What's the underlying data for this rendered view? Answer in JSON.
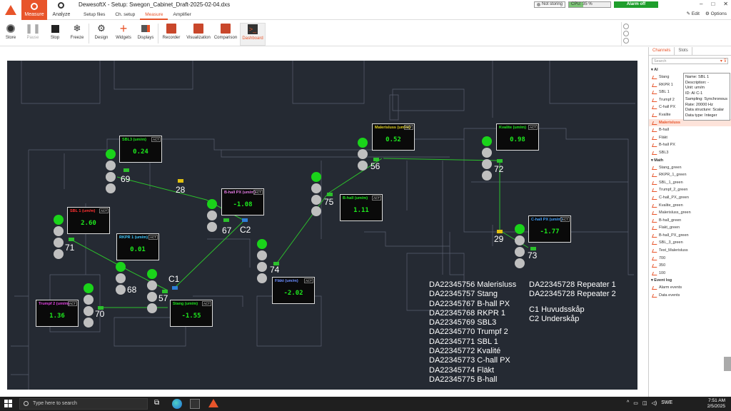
{
  "app": {
    "title": "DewesoftX - Setup: Swegon_Cabinet_Draft-2025-02-04.dxs",
    "modes": {
      "measure": "Measure",
      "analyze": "Analyze"
    },
    "tabs": [
      "Setup files",
      "Ch. setup",
      "Measure",
      "Amplifier"
    ],
    "active_tab": "Measure",
    "status": {
      "storing": "Not storing",
      "cpu": "CPU: 35 %",
      "cpu_fraction": 0.35,
      "alarm": "Alarm off"
    },
    "edit_label": "Edit",
    "options_label": "Options"
  },
  "toolbar": {
    "store": "Store",
    "pause": "Pause",
    "stop": "Stop",
    "freeze": "Freeze",
    "design": "Design",
    "widgets": "Widgets",
    "displays": "Displays",
    "recorder": "Recorder",
    "visualization": "Visualization",
    "comparison": "Comparison",
    "dashboard": "Dashboard"
  },
  "colors": {
    "accent": "#e8542a",
    "alarm": "#1e9e2c",
    "gauge_value": "#1ee81e",
    "canvas": "#252a33"
  },
  "nodes": [
    {
      "id": "69",
      "label": "69"
    },
    {
      "id": "28",
      "label": "28"
    },
    {
      "id": "67",
      "label": "67"
    },
    {
      "id": "C2",
      "label": "C2"
    },
    {
      "id": "56",
      "label": "56"
    },
    {
      "id": "72",
      "label": "72"
    },
    {
      "id": "75",
      "label": "75"
    },
    {
      "id": "71",
      "label": "71"
    },
    {
      "id": "74",
      "label": "74"
    },
    {
      "id": "29",
      "label": "29"
    },
    {
      "id": "73",
      "label": "73"
    },
    {
      "id": "68",
      "label": "68"
    },
    {
      "id": "57",
      "label": "57"
    },
    {
      "id": "C1",
      "label": "C1"
    },
    {
      "id": "70",
      "label": "70"
    }
  ],
  "gauges": [
    {
      "title": "SBL3 (um/m)",
      "value": "0.24",
      "color": "#1ee81e"
    },
    {
      "title": "Malerisluss (um/m)",
      "value": "0.52",
      "color": "#e0d020"
    },
    {
      "title": "Kvalite (um/m)",
      "value": "0.98",
      "color": "#1ee81e"
    },
    {
      "title": "B-hall PX (um/m)",
      "value": "-1.08",
      "color": "#e57be5"
    },
    {
      "title": "B-hall (um/m)",
      "value": "1.11",
      "color": "#1ee81e"
    },
    {
      "title": "SBL 1 (um/m)",
      "value": "2.60",
      "color": "#ff3030"
    },
    {
      "title": "RKPR 1 (um/m)",
      "value": "0.01",
      "color": "#40c8ff"
    },
    {
      "title": "C-hall PX (um/m)",
      "value": "-1.77",
      "color": "#40a0ff"
    },
    {
      "title": "Fläkt (um/m)",
      "value": "-2.02",
      "color": "#6a8cff"
    },
    {
      "title": "Trumpf 2 (um/m)",
      "value": "1.36",
      "color": "#e040e0"
    },
    {
      "title": "Stang (um/m)",
      "value": "-1.55",
      "color": "#1ee81e"
    }
  ],
  "act_label": "ACT",
  "legend": {
    "col1": [
      "DA22345756 Malerisluss",
      "DA22345757 Stang",
      "DA22345767 B-hall PX",
      "DA22345768 RKPR 1",
      "DA22345769 SBL3",
      "DA22345770 Trumpf 2",
      "DA22345771 SBL 1",
      "DA22345772 Kvalité",
      "DA22345773 C-hall PX",
      "DA22345774 Fläkt",
      "DA22345775 B-hall"
    ],
    "col2": [
      "DA22345728 Repeater 1",
      "DA22345728 Repeater 2"
    ],
    "col3": [
      "C1 Huvudsskåp",
      "C2 Underskåp"
    ]
  },
  "panel": {
    "tabs": [
      "Channels",
      "Slots"
    ],
    "search_placeholder": "Search",
    "groups": {
      "ai": "AI",
      "math": "Math",
      "event": "Event log"
    },
    "ai_items": [
      "Stang",
      "RKPR 1",
      "SBL 1",
      "Trumpf 2",
      "C-hall PX",
      "Kvalite",
      "Malerisluss",
      "B-hall",
      "Fläkt",
      "B-hall PX",
      "SBL3"
    ],
    "math_items": [
      "Stang_green",
      "RKPR_1_green",
      "SBL_1_green",
      "Trumpf_2_green",
      "C-hall_PX_green",
      "Kvalite_green",
      "Malerisluss_green",
      "B-hall_green",
      "Flakt_green",
      "B-hall_PX_green",
      "SBL_3_green",
      "Test_Malerisluss",
      "700",
      "350",
      "100"
    ],
    "event_items": [
      "Alarm events",
      "Data events"
    ],
    "tooltip": [
      "Name: SBL 1",
      "Description: -",
      "Unit: um/m",
      "ID: AI C-1",
      "Sampling: Synchronous",
      "Rate: 20000 Hz",
      "Data structure: Scalar",
      "Data type: Integer"
    ]
  },
  "taskbar": {
    "search_placeholder": "Type here to search",
    "lang": "SWE",
    "time": "7:51 AM",
    "date": "2/5/2025"
  }
}
